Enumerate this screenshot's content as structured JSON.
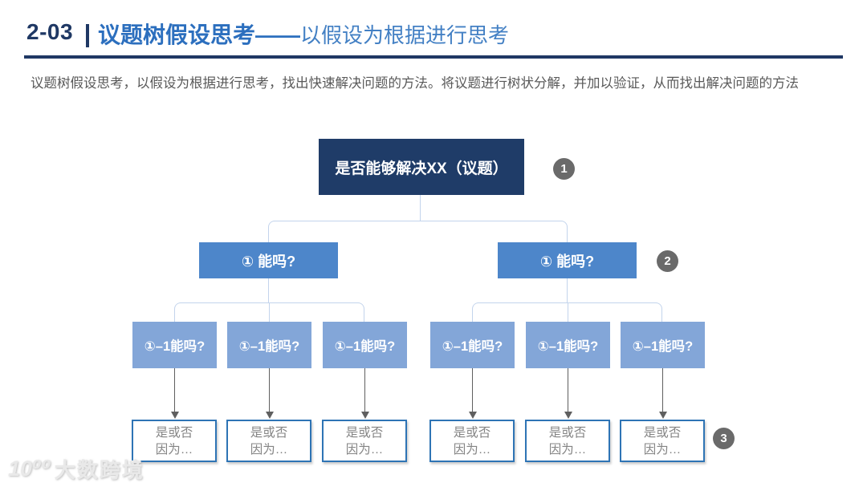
{
  "header": {
    "code": "2-03",
    "title_bold": "议题树假设思考——",
    "title_rest": "以假设为根据进行思考"
  },
  "description": "议题树假设思考，以假设为根据进行思考，找出快速解决问题的方法。将议题进行树状分解，并加以验证，从而找出解决问题的方法",
  "tree": {
    "root": {
      "label": "是否能够解决XX（议题）"
    },
    "badges": {
      "root": "1",
      "level2": "2",
      "leaf": "3"
    },
    "level2": [
      {
        "label": "① 能吗?"
      },
      {
        "label": "① 能吗?"
      }
    ],
    "level3": [
      {
        "label": "①–1能吗?"
      },
      {
        "label": "①–1能吗?"
      },
      {
        "label": "①–1能吗?"
      },
      {
        "label": "①–1能吗?"
      },
      {
        "label": "①–1能吗?"
      },
      {
        "label": "①–1能吗?"
      }
    ],
    "leaves": [
      {
        "line1": "是或否",
        "line2": "因为…"
      },
      {
        "line1": "是或否",
        "line2": "因为…"
      },
      {
        "line1": "是或否",
        "line2": "因为…"
      },
      {
        "line1": "是或否",
        "line2": "因为…"
      },
      {
        "line1": "是或否",
        "line2": "因为…"
      },
      {
        "line1": "是或否",
        "line2": "因为…"
      }
    ]
  },
  "watermark": {
    "icon": "10⁰⁰",
    "text": "大数跨境"
  },
  "colors": {
    "header_navy": "#1F3864",
    "title_blue": "#2C6FBE",
    "subtitle_blue": "#4380C4",
    "root_navy": "#1F3C68",
    "level2_blue": "#4D86CA",
    "level3_blue": "#83A6D8",
    "leaf_border_blue": "#2E74B5",
    "connector_blue": "#C3D4EC",
    "arrow_gray": "#5F5F5F",
    "badge_gray": "#6A6A6A",
    "body_text_gray": "#595959"
  }
}
